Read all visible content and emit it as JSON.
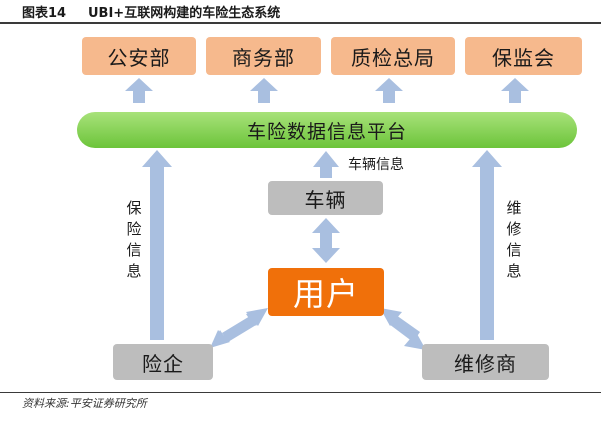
{
  "header": {
    "figure_label": "图表14",
    "title": "UBI+互联网构建的车险生态系统"
  },
  "agencies": [
    "公安部",
    "商务部",
    "质检总局",
    "保监会"
  ],
  "platform": "车险数据信息平台",
  "nodes": {
    "vehicle": "车辆",
    "user": "用户",
    "insurer": "险企",
    "repair": "维修商"
  },
  "labels": {
    "vehicle_info": "车辆信息",
    "insurance_info": "保险信息",
    "repair_info": "维修信息"
  },
  "footer": {
    "source": "资料来源:平安证券研究所"
  },
  "colors": {
    "agency": "#f6b98d",
    "platform": "#7fcf4a",
    "user": "#f0700a",
    "node": "#bdbdbd",
    "arrow": "#a9bfe0"
  }
}
